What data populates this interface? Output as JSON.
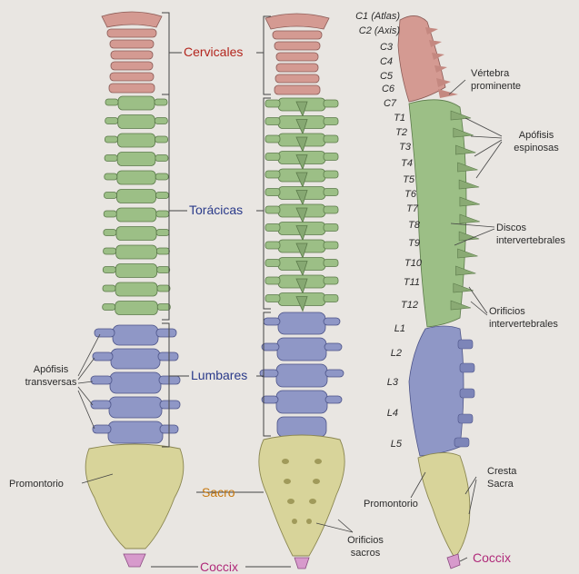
{
  "colors": {
    "cervical": "#d49a92",
    "thoracic": "#9cbf86",
    "lumbar": "#8f97c6",
    "sacrum": "#d8d49a",
    "coccyx": "#d79acc",
    "label_red": "#b3261e",
    "label_blue": "#2a3a8a",
    "label_orange": "#c77a12",
    "label_pink": "#b02a7a",
    "bg": "#e9e6e2"
  },
  "regions": {
    "cervicales": "Cervicales",
    "toracicas": "Torácicas",
    "lumbares": "Lumbares",
    "sacro": "Sacro",
    "coccix": "Coccix"
  },
  "annotations": {
    "apofisis_transversas_1": "Apófisis",
    "apofisis_transversas_2": "transversas",
    "promontorio_left": "Promontorio",
    "orificios_sacros_1": "Orificios",
    "orificios_sacros_2": "sacros",
    "vertebra_prominente_1": "Vértebra",
    "vertebra_prominente_2": "prominente",
    "apofisis_espinosas_1": "Apófisis",
    "apofisis_espinosas_2": "espinosas",
    "discos_1": "Discos",
    "discos_2": "intervertebrales",
    "orificios_iv_1": "Orificios",
    "orificios_iv_2": "intervertebrales",
    "cresta_1": "Cresta",
    "cresta_2": "Sacra",
    "promontorio_right": "Promontorio",
    "coccix_right": "Coccix"
  },
  "vertebra_labels": [
    "C1 (Atlas)",
    "C2 (Axis)",
    "C3",
    "C4",
    "C5",
    "C6",
    "C7",
    "T1",
    "T2",
    "T3",
    "T4",
    "T5",
    "T6",
    "T7",
    "T8",
    "T9",
    "T10",
    "T11",
    "T12",
    "L1",
    "L2",
    "L3",
    "L4",
    "L5"
  ]
}
